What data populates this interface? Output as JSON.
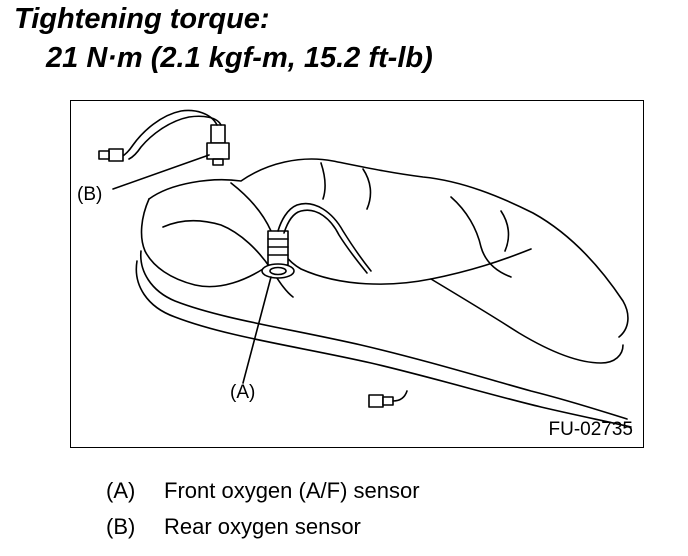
{
  "heading": {
    "title": "Tightening torque:",
    "value": "21 N·m (2.1 kgf-m, 15.2 ft-lb)"
  },
  "figure": {
    "code": "FU-02735",
    "callout_b": "(B)",
    "callout_a": "(A)"
  },
  "legend": [
    {
      "key": "(A)",
      "text": "Front oxygen (A/F) sensor"
    },
    {
      "key": "(B)",
      "text": "Rear oxygen sensor"
    }
  ]
}
